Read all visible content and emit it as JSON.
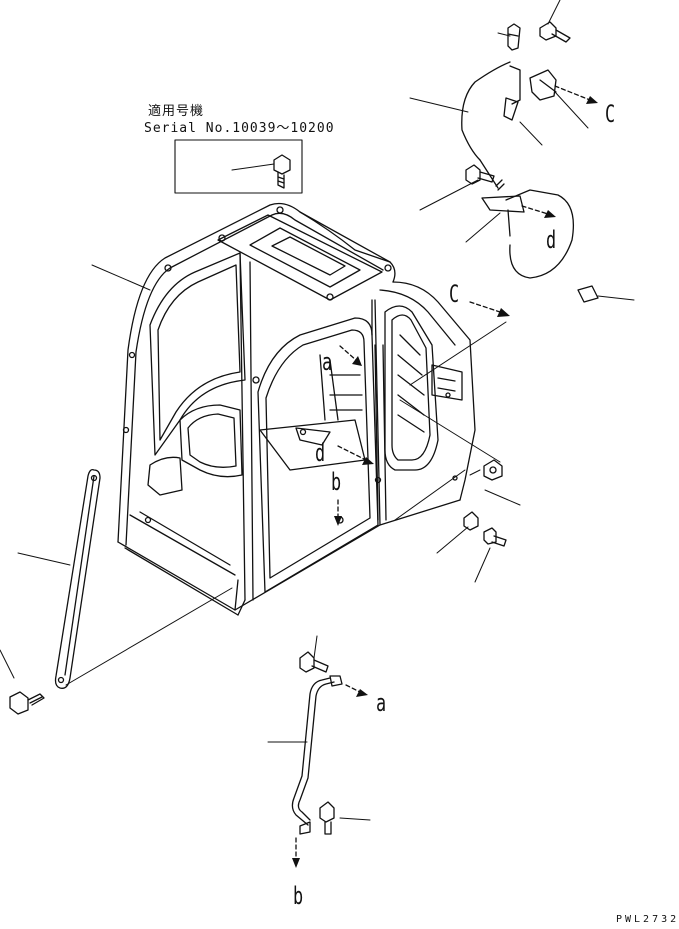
{
  "serial_box": {
    "header_jp": "適用号機",
    "header_serial": "Serial No.10039～10200"
  },
  "callouts": {
    "C_upper": "C",
    "d_upper": "d",
    "C_mid": "C",
    "a_cab": "a",
    "d_cab": "d",
    "b_cab": "b",
    "a_lower": "a",
    "b_lower": "b"
  },
  "drawing_code": "PWL2732"
}
